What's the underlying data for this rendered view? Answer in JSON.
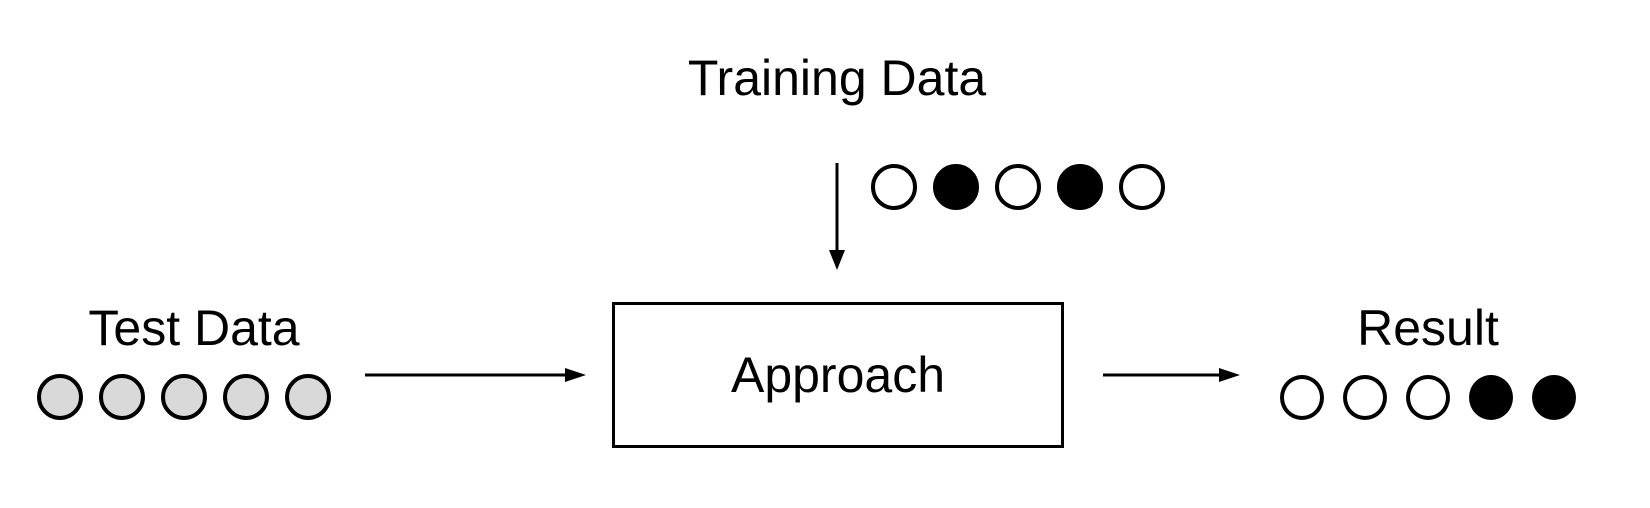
{
  "colors": {
    "white": "#ffffff",
    "black": "#000000",
    "gray": "#d9d9d9",
    "stroke": "#000000",
    "background": "#ffffff"
  },
  "diagram": {
    "training": {
      "label": "Training Data",
      "circles": [
        "white",
        "black",
        "white",
        "black",
        "white"
      ]
    },
    "test": {
      "label": "Test Data",
      "circles": [
        "gray",
        "gray",
        "gray",
        "gray",
        "gray"
      ]
    },
    "approach": {
      "label": "Approach"
    },
    "result": {
      "label": "Result",
      "circles": [
        "white",
        "white",
        "white",
        "black",
        "black"
      ]
    },
    "arrows": [
      {
        "name": "training-to-approach",
        "direction": "down"
      },
      {
        "name": "test-to-approach",
        "direction": "right"
      },
      {
        "name": "approach-to-result",
        "direction": "right"
      }
    ]
  }
}
